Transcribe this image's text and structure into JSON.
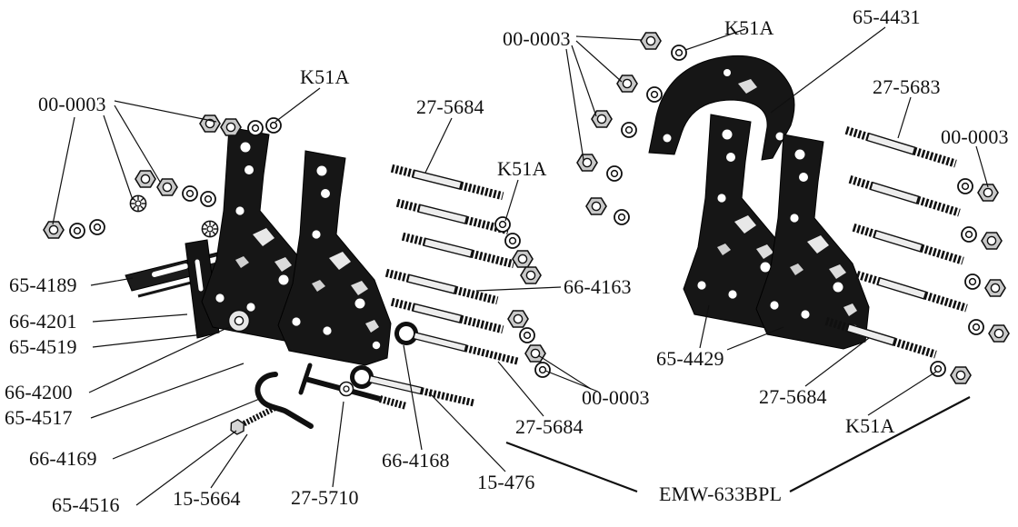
{
  "diagram": {
    "kit_label": "EMW-633BPL",
    "parts": {
      "nut": "00-0003",
      "lock_washer": "K51A",
      "stud_27_5684": "27-5684",
      "stud_27_5683": "27-5683",
      "bracket_65_4431": "65-4431",
      "bracket_65_4429": "65-4429",
      "bar_65_4189": "65-4189",
      "plate_66_4201": "66-4201",
      "plate_65_4519": "65-4519",
      "spacer_66_4200": "66-4200",
      "spacer_65_4517": "65-4517",
      "hook_66_4169": "66-4169",
      "part_65_4516": "65-4516",
      "bolt_15_5664": "15-5664",
      "pin_27_5710": "27-5710",
      "eyebolt_66_4168": "66-4168",
      "eyebolt_15_476": "15-476",
      "rod_66_4163": "66-4163"
    }
  }
}
